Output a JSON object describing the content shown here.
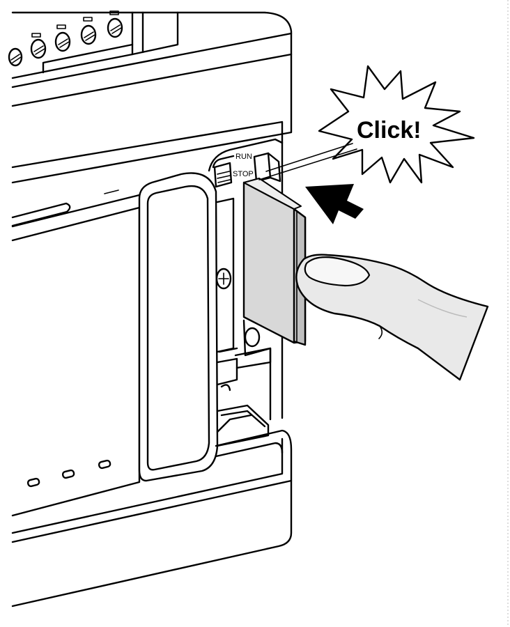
{
  "diagram": {
    "callout": "Click!",
    "switch_labels": {
      "run": "RUN",
      "stop": "STOP"
    }
  }
}
